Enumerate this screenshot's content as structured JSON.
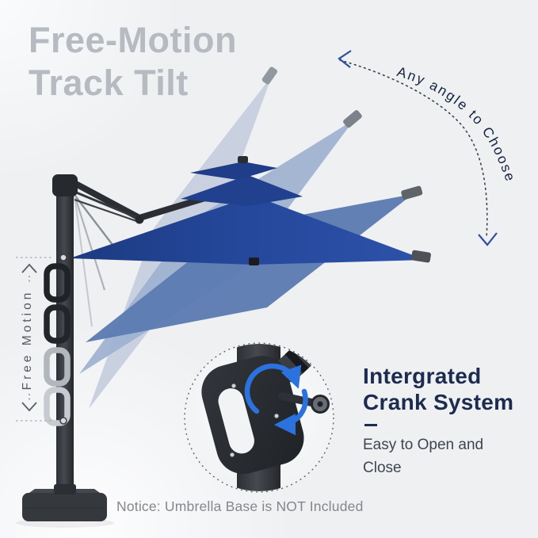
{
  "title": {
    "line1": "Free-Motion",
    "line2": "Track Tilt"
  },
  "arc_annotation": {
    "label": "Any angle to Choose"
  },
  "free_motion_annotation": {
    "label": "Free Motion"
  },
  "crank_feature": {
    "heading_line1": "Intergrated",
    "heading_line2": "Crank System",
    "description": "Easy to Open and Close"
  },
  "notice": {
    "text": "Notice: Umbrella Base is NOT Included"
  },
  "umbrella": {
    "type": "cantilever offset patio umbrella, double-top square canopy",
    "tilt_positions_shown": 4,
    "base_included": false
  },
  "colors": {
    "background": "#eef0f2",
    "title_gray": "#b6bac1",
    "navy_text": "#1c2b4e",
    "canopy_navy": "#24479a",
    "ghost_medium": "#5d7cb2",
    "ghost_light": "#9fb2d0",
    "ghost_faint": "#c9d1e0",
    "accent_blue": "#2b72df",
    "frame_dark": "#2b2e33"
  }
}
